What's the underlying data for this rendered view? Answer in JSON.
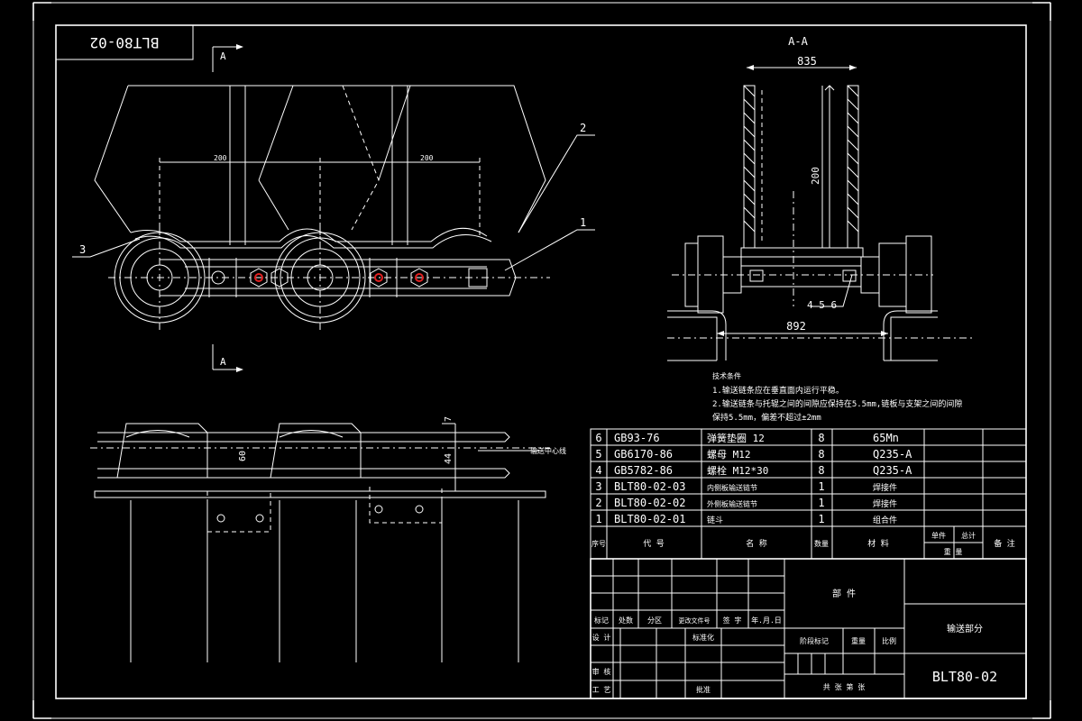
{
  "title_block_id_mirrored": "BLT80-02",
  "section_marks": {
    "top": "A",
    "bottom": "A",
    "view_title": "A-A"
  },
  "dims": {
    "width_top": "835",
    "height": "200",
    "width_bottom": "892",
    "pitch1": "200",
    "pitch2": "200",
    "side_7": "7",
    "side_60": "60",
    "side_44": "44"
  },
  "leaders": {
    "p1": "1",
    "p2": "2",
    "p3": "3",
    "p456": "4 5 6"
  },
  "centerline_note": "输送中心线",
  "notes": {
    "title": "技术条件",
    "line1": "1.输送链条应在垂直面内运行平稳。",
    "line2": "2.输送链条与托辊之间的间隙应保持在5.5mm,链板与支架之间的间隙",
    "line3": "保持5.5mm，偏差不超过±2mm"
  },
  "bom": [
    {
      "no": "6",
      "code": "GB93-76",
      "name": "弹簧垫圈 12",
      "qty": "8",
      "mat": "65Mn"
    },
    {
      "no": "5",
      "code": "GB6170-86",
      "name": "螺母 M12",
      "qty": "8",
      "mat": "Q235-A"
    },
    {
      "no": "4",
      "code": "GB5782-86",
      "name": "螺栓 M12*30",
      "qty": "8",
      "mat": "Q235-A"
    },
    {
      "no": "3",
      "code": "BLT80-02-03",
      "name": "内侧板输送链节",
      "qty": "1",
      "mat": "焊接件"
    },
    {
      "no": "2",
      "code": "BLT80-02-02",
      "name": "外侧板输送链节",
      "qty": "1",
      "mat": "焊接件"
    },
    {
      "no": "1",
      "code": "BLT80-02-01",
      "name": "链斗",
      "qty": "1",
      "mat": "组合件"
    }
  ],
  "bom_header": {
    "no": "序号",
    "code": "代 号",
    "name": "名 称",
    "qty": "数量",
    "mat": "材 料",
    "unit": "单件",
    "total": "总计",
    "weight": "重 量",
    "note": "备 注"
  },
  "title_block": {
    "drawing_name": "输送部分",
    "number": "BLT80-02",
    "material": "部 件",
    "revision_row": [
      "标记",
      "处数",
      "分区",
      "更改文件号",
      "签 字",
      "年.月.日"
    ],
    "design": "设 计",
    "standardize": "标准化",
    "review": "审 核",
    "process": "工 艺",
    "approve": "批准",
    "stage": "阶段标记",
    "weight": "重量",
    "scale": "比例",
    "sheets": "共 张 第 张"
  }
}
